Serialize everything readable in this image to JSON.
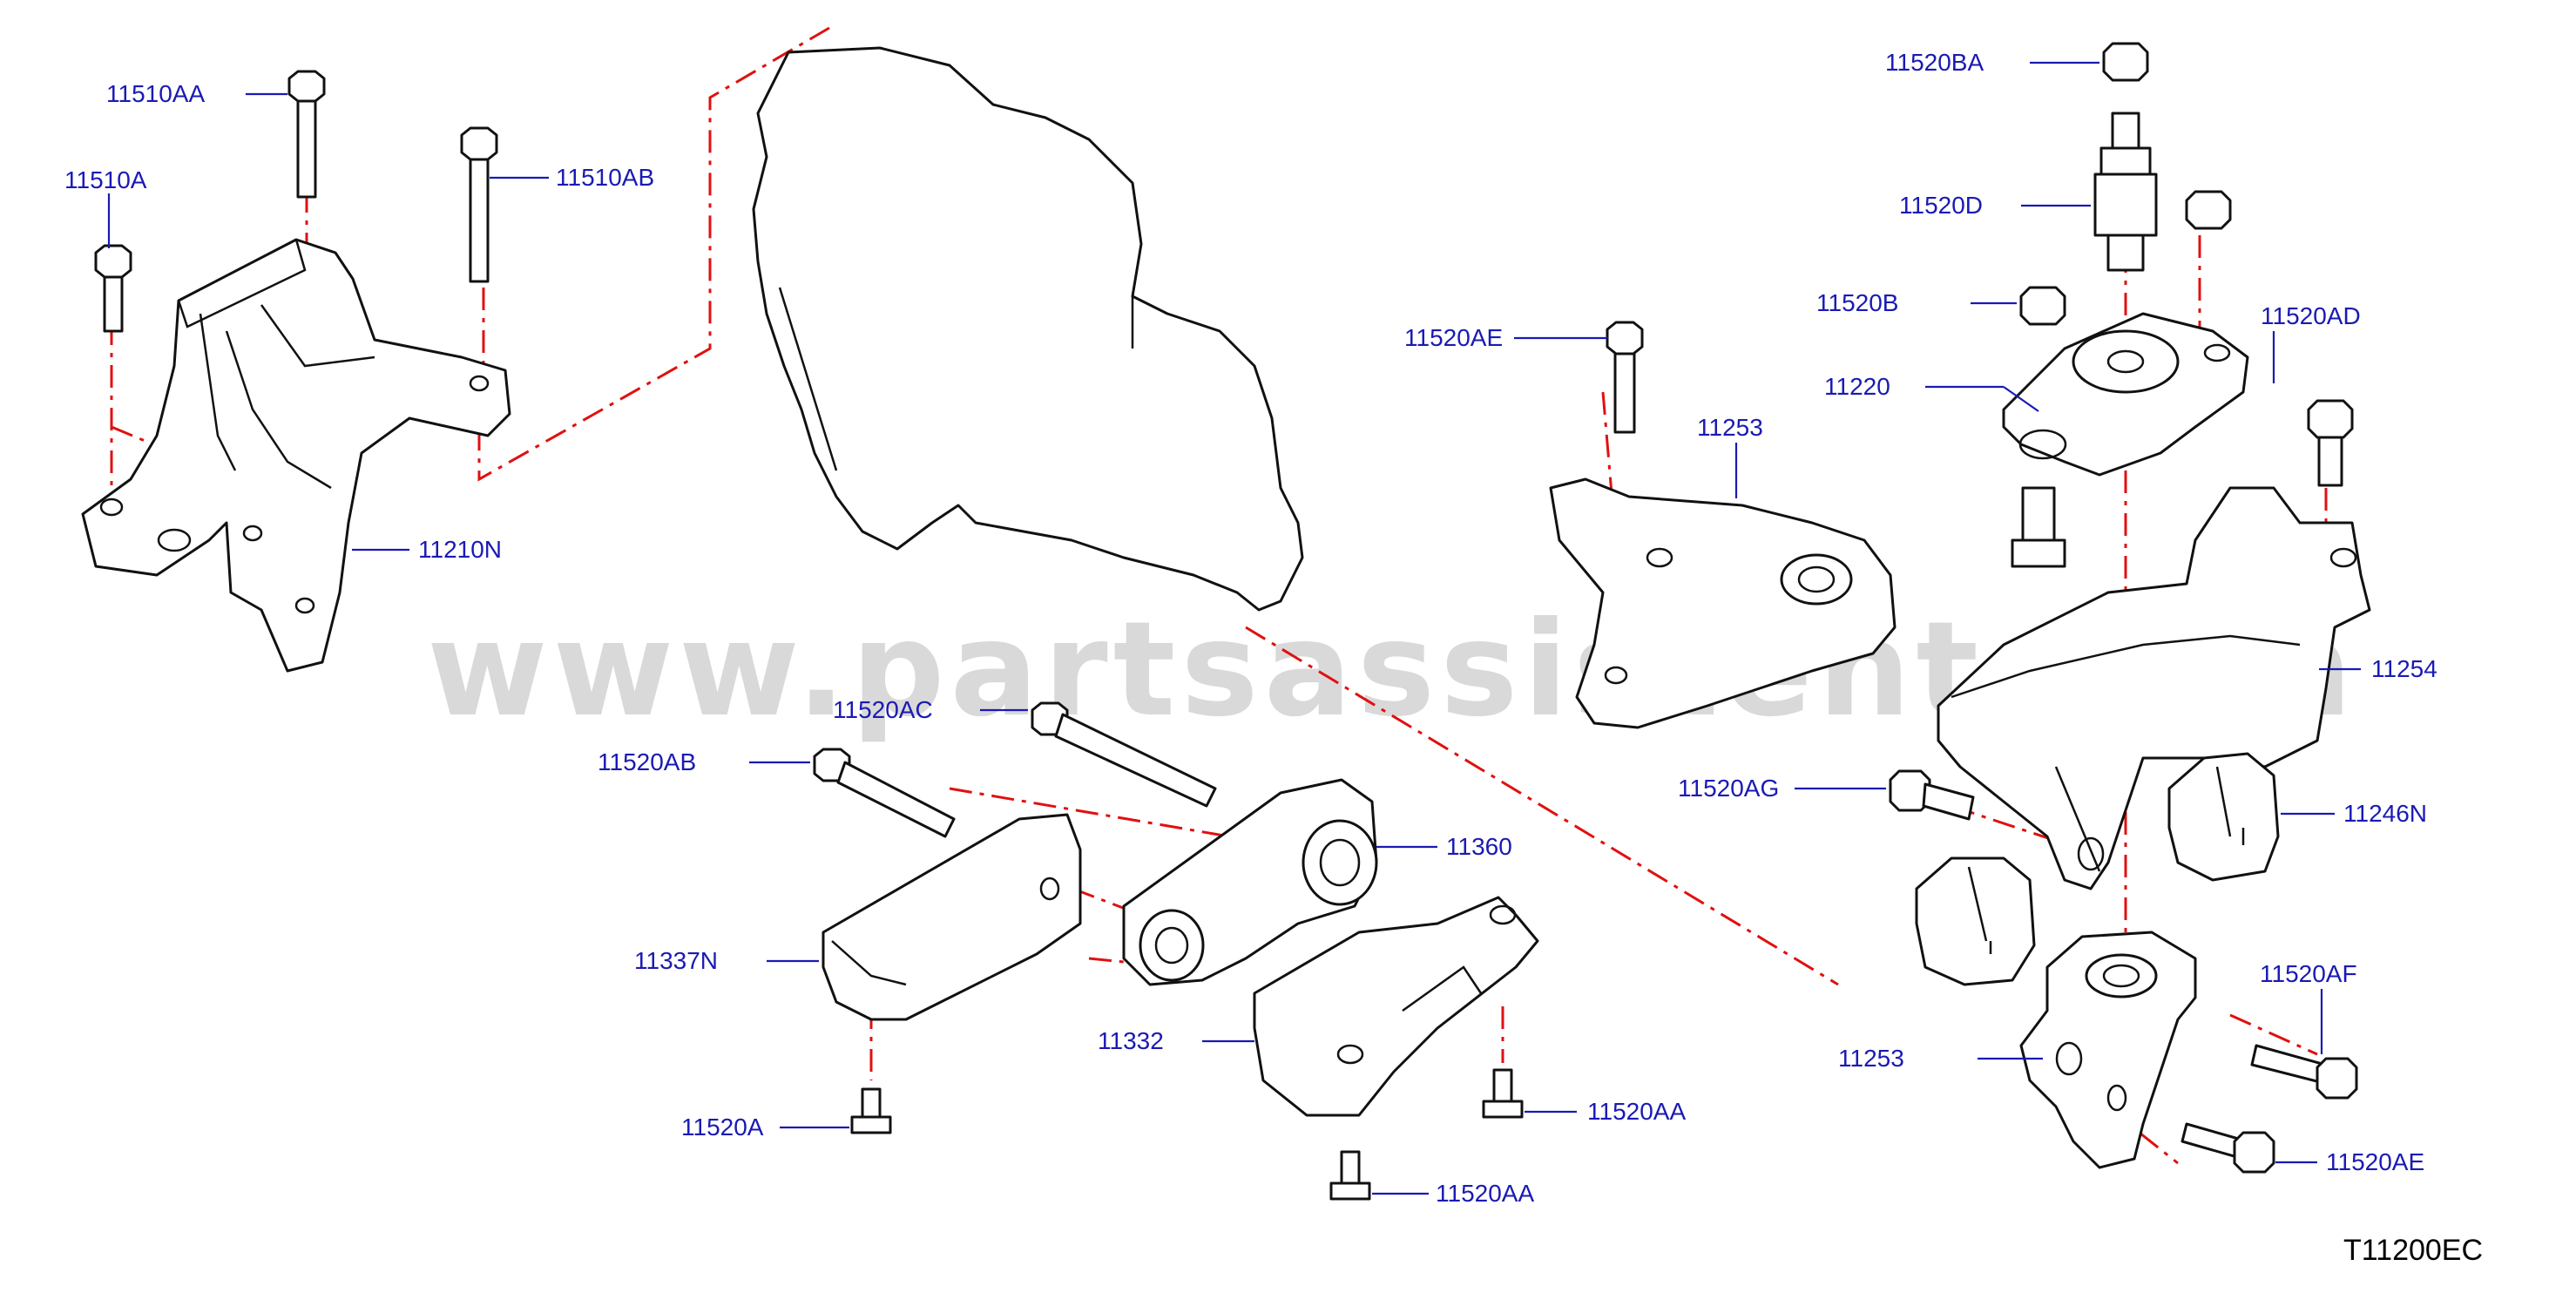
{
  "watermark": "www.partsassistent.com",
  "diagram_code": "T11200EC",
  "colors": {
    "label": "#1a1ab4",
    "centerline": "#e01010",
    "line": "#111111",
    "watermark": "#d9d9d9"
  },
  "labels": {
    "l_11510AA": "11510AA",
    "l_11510A": "11510A",
    "l_11510AB": "11510AB",
    "l_11210N": "11210N",
    "l_11520BA": "11520BA",
    "l_11520D": "11520D",
    "l_11520B": "11520B",
    "l_11520AD": "11520AD",
    "l_11220": "11220",
    "l_11520AE_top": "11520AE",
    "l_11253_top": "11253",
    "l_11254": "11254",
    "l_11520AG": "11520AG",
    "l_11246N": "11246N",
    "l_11520AF": "11520AF",
    "l_11253_bottom": "11253",
    "l_11520AE_bottom": "11520AE",
    "l_11520AC": "11520AC",
    "l_11520AB": "11520AB",
    "l_11360": "11360",
    "l_11337N": "11337N",
    "l_11332": "11332",
    "l_11520A": "11520A",
    "l_11520AA_right": "11520AA",
    "l_11520AA_bottom": "11520AA"
  }
}
